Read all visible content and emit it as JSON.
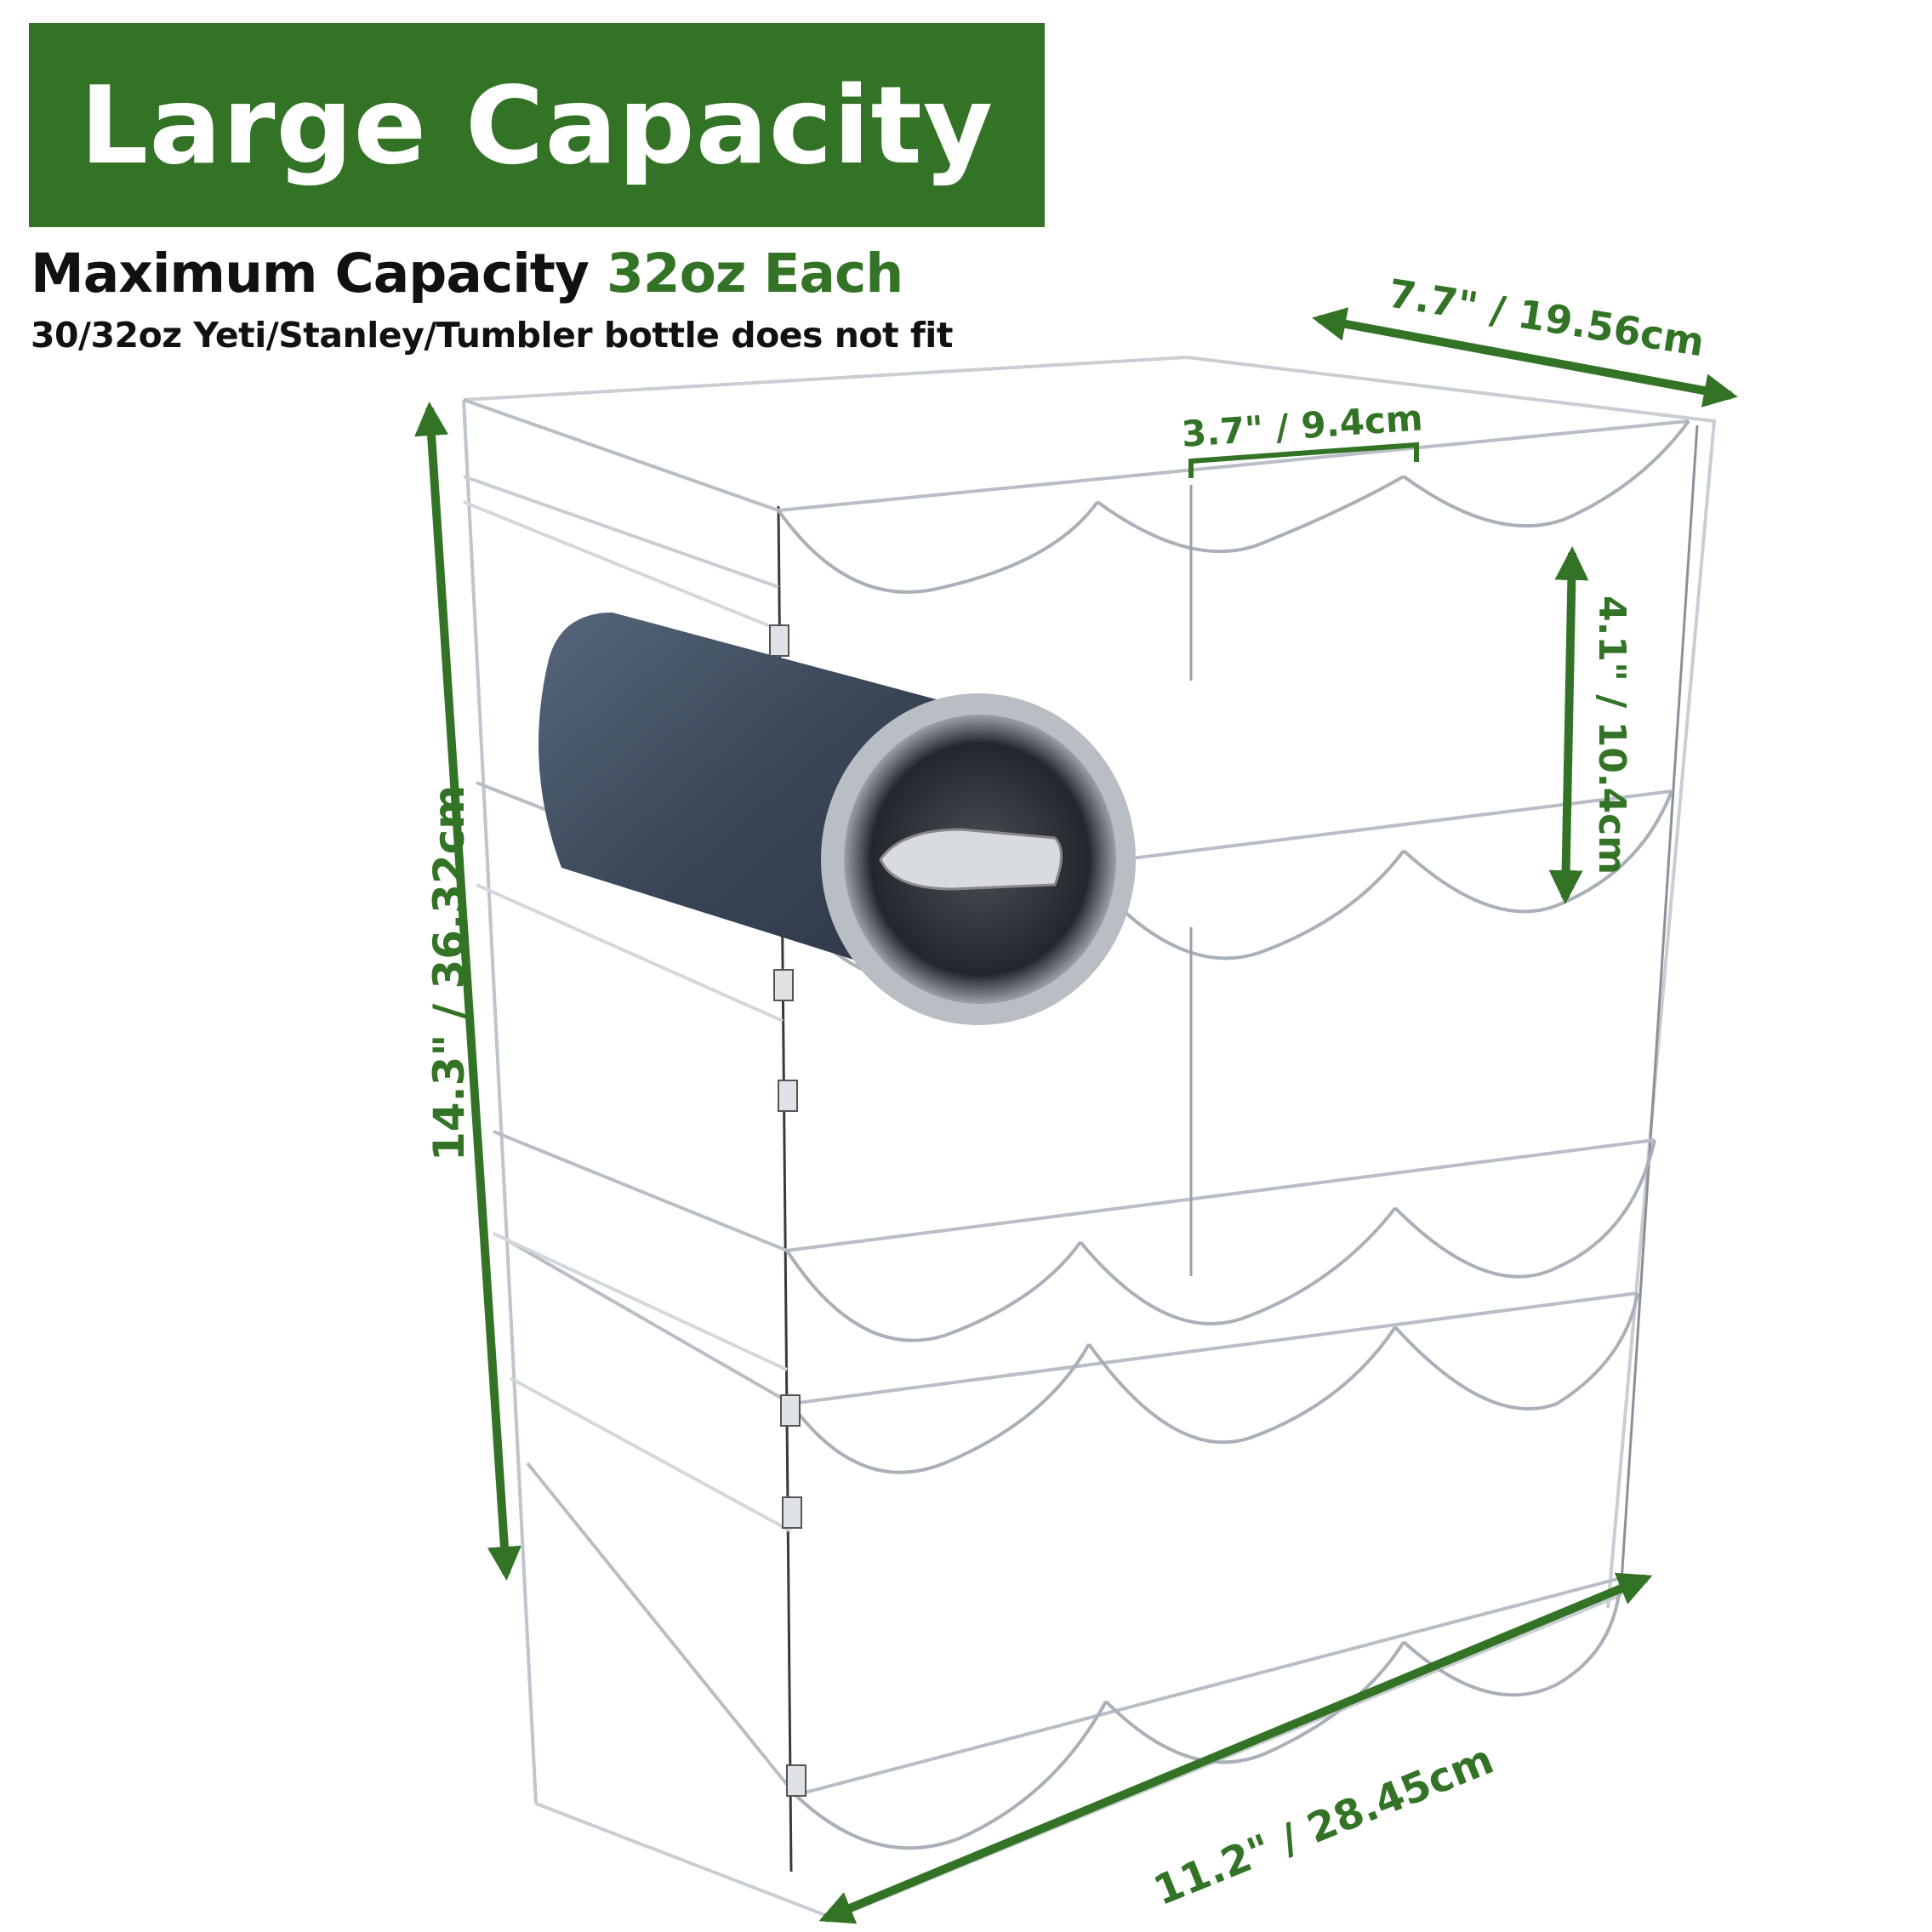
{
  "banner": {
    "title": "Large Capacity"
  },
  "capacity": {
    "label": "Maximum Capacity",
    "value": "32oz Each"
  },
  "note": "30/32oz Yeti/Stanley/Tumbler bottle does not fit",
  "dimensions": {
    "depth": "7.7\" / 19.56cm",
    "slot_width": "3.7\" / 9.4cm",
    "slot_height": "4.1\" / 10.4cm",
    "height": "14.3\" / 36.32cm",
    "width": "11.2\" / 28.45cm"
  },
  "colors": {
    "accent": "#337326",
    "text": "#111111",
    "background": "#ffffff"
  }
}
